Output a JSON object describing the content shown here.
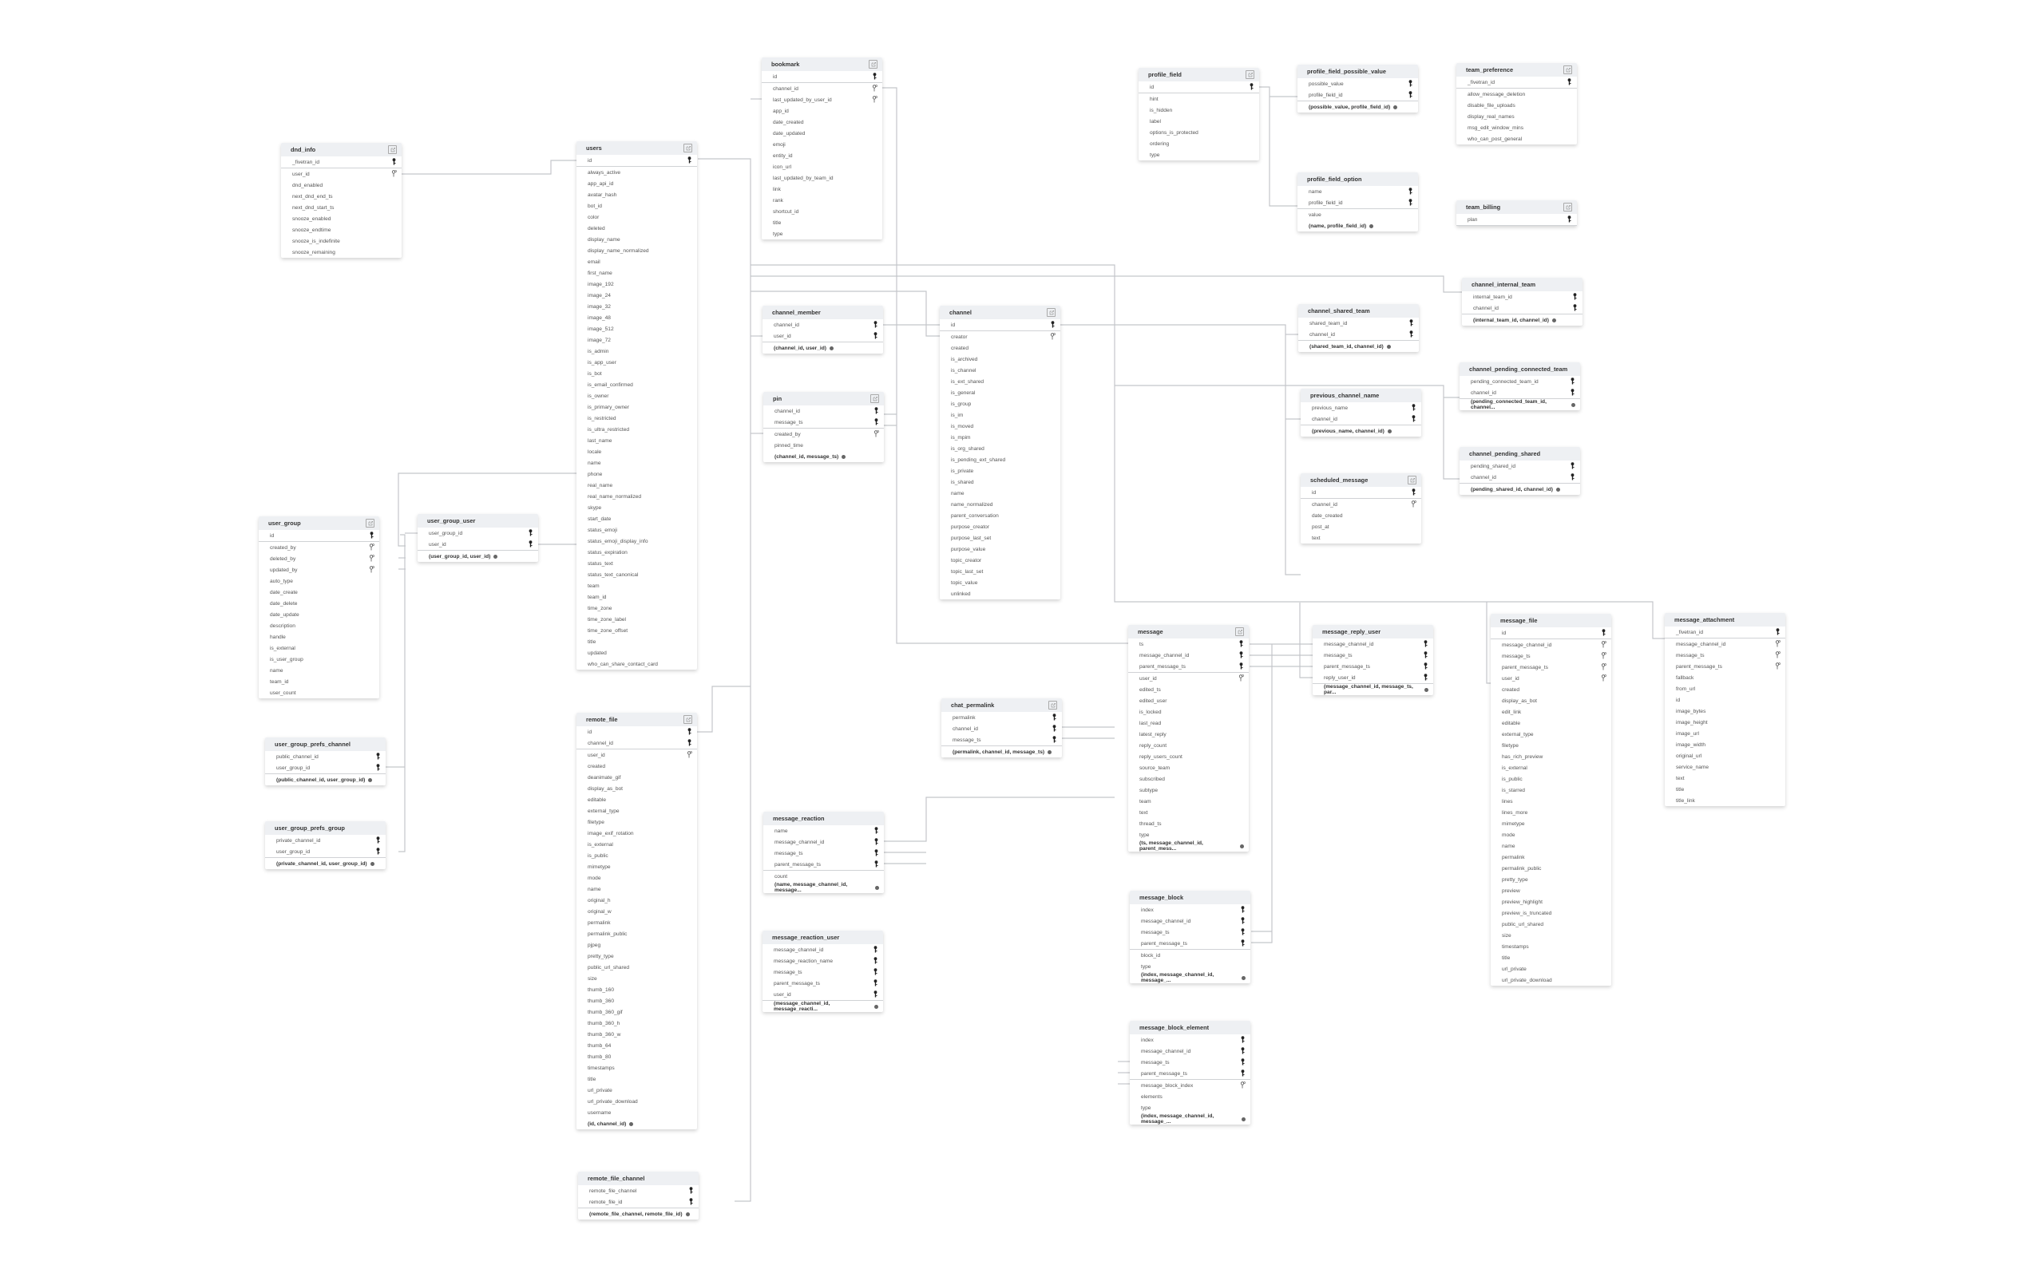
{
  "tables": [
    {
      "name": "dnd_info",
      "icon": "open-icon",
      "pk": [
        "_fivetran_id"
      ],
      "columns": [
        {
          "name": "user_id",
          "fk": true
        },
        {
          "name": "dnd_enabled"
        },
        {
          "name": "next_dnd_end_ts"
        },
        {
          "name": "next_dnd_start_ts"
        },
        {
          "name": "snooze_enabled"
        },
        {
          "name": "snooze_endtime"
        },
        {
          "name": "snooze_is_indefinite"
        },
        {
          "name": "snooze_remaining"
        }
      ]
    },
    {
      "name": "users",
      "icon": "open-icon",
      "pk": [
        "id"
      ],
      "columns": [
        {
          "name": "always_active"
        },
        {
          "name": "app_api_id"
        },
        {
          "name": "avatar_hash"
        },
        {
          "name": "bot_id"
        },
        {
          "name": "color"
        },
        {
          "name": "deleted"
        },
        {
          "name": "display_name"
        },
        {
          "name": "display_name_normalized"
        },
        {
          "name": "email"
        },
        {
          "name": "first_name"
        },
        {
          "name": "image_192"
        },
        {
          "name": "image_24"
        },
        {
          "name": "image_32"
        },
        {
          "name": "image_48"
        },
        {
          "name": "image_512"
        },
        {
          "name": "image_72"
        },
        {
          "name": "is_admin"
        },
        {
          "name": "is_app_user"
        },
        {
          "name": "is_bot"
        },
        {
          "name": "is_email_confirmed"
        },
        {
          "name": "is_owner"
        },
        {
          "name": "is_primary_owner"
        },
        {
          "name": "is_restricted"
        },
        {
          "name": "is_ultra_restricted"
        },
        {
          "name": "last_name"
        },
        {
          "name": "locale"
        },
        {
          "name": "name"
        },
        {
          "name": "phone"
        },
        {
          "name": "real_name"
        },
        {
          "name": "real_name_normalized"
        },
        {
          "name": "skype"
        },
        {
          "name": "start_date"
        },
        {
          "name": "status_emoji"
        },
        {
          "name": "status_emoji_display_info"
        },
        {
          "name": "status_expiration"
        },
        {
          "name": "status_text"
        },
        {
          "name": "status_text_canonical"
        },
        {
          "name": "team"
        },
        {
          "name": "team_id"
        },
        {
          "name": "time_zone"
        },
        {
          "name": "time_zone_label"
        },
        {
          "name": "time_zone_offset"
        },
        {
          "name": "title"
        },
        {
          "name": "updated"
        },
        {
          "name": "who_can_share_contact_card"
        }
      ]
    },
    {
      "name": "bookmark",
      "icon": "open-icon",
      "pk": [
        "id"
      ],
      "columns": [
        {
          "name": "channel_id",
          "fk": true
        },
        {
          "name": "last_updated_by_user_id",
          "fk": true
        },
        {
          "name": "app_id"
        },
        {
          "name": "date_created"
        },
        {
          "name": "date_updated"
        },
        {
          "name": "emoji"
        },
        {
          "name": "entity_id"
        },
        {
          "name": "icon_url"
        },
        {
          "name": "last_updated_by_team_id"
        },
        {
          "name": "link"
        },
        {
          "name": "rank"
        },
        {
          "name": "shortcut_id"
        },
        {
          "name": "title"
        },
        {
          "name": "type"
        }
      ]
    },
    {
      "name": "channel_member",
      "pk": [
        "channel_id",
        "user_id"
      ],
      "columns": [],
      "composite": "(channel_id, user_id)"
    },
    {
      "name": "pin",
      "icon": "open-icon",
      "pk": [
        "channel_id",
        "message_ts"
      ],
      "columns": [
        {
          "name": "created_by",
          "fk": true
        },
        {
          "name": "pinned_time"
        }
      ],
      "composite": "(channel_id, message_ts)"
    },
    {
      "name": "channel",
      "icon": "open-icon",
      "pk": [
        "id"
      ],
      "columns": [
        {
          "name": "creator",
          "fk": true
        },
        {
          "name": "created"
        },
        {
          "name": "is_archived"
        },
        {
          "name": "is_channel"
        },
        {
          "name": "is_ext_shared"
        },
        {
          "name": "is_general"
        },
        {
          "name": "is_group"
        },
        {
          "name": "is_im"
        },
        {
          "name": "is_moved"
        },
        {
          "name": "is_mpim"
        },
        {
          "name": "is_org_shared"
        },
        {
          "name": "is_pending_ext_shared"
        },
        {
          "name": "is_private"
        },
        {
          "name": "is_shared"
        },
        {
          "name": "name"
        },
        {
          "name": "name_normalized"
        },
        {
          "name": "parent_conversation"
        },
        {
          "name": "purpose_creator"
        },
        {
          "name": "purpose_last_set"
        },
        {
          "name": "purpose_value"
        },
        {
          "name": "topic_creator"
        },
        {
          "name": "topic_last_set"
        },
        {
          "name": "topic_value"
        },
        {
          "name": "unlinked"
        }
      ]
    },
    {
      "name": "profile_field",
      "icon": "open-icon",
      "pk": [
        "id"
      ],
      "columns": [
        {
          "name": "hint"
        },
        {
          "name": "is_hidden"
        },
        {
          "name": "label"
        },
        {
          "name": "options_is_protected"
        },
        {
          "name": "ordering"
        },
        {
          "name": "type"
        }
      ]
    },
    {
      "name": "profile_field_possible_value",
      "pk": [
        "possible_value",
        "profile_field_id"
      ],
      "columns": [],
      "composite": "(possible_value, profile_field_id)"
    },
    {
      "name": "profile_field_option",
      "pk": [
        "name",
        "profile_field_id"
      ],
      "columns": [
        {
          "name": "value"
        }
      ],
      "composite": "(name, profile_field_id)"
    },
    {
      "name": "team_preference",
      "icon": "open-icon",
      "pk": [
        "_fivetran_id"
      ],
      "columns": [
        {
          "name": "allow_message_deletion"
        },
        {
          "name": "disable_file_uploads"
        },
        {
          "name": "display_real_names"
        },
        {
          "name": "msg_edit_window_mins"
        },
        {
          "name": "who_can_post_general"
        }
      ]
    },
    {
      "name": "team_billing",
      "icon": "open-icon",
      "pk": [
        "plan"
      ],
      "columns": []
    },
    {
      "name": "channel_internal_team",
      "pk": [
        "internal_team_id",
        "channel_id"
      ],
      "columns": [],
      "composite": "(internal_team_id, channel_id)"
    },
    {
      "name": "channel_shared_team",
      "pk": [
        "shared_team_id",
        "channel_id"
      ],
      "columns": [],
      "composite": "(shared_team_id, channel_id)"
    },
    {
      "name": "channel_pending_connected_team",
      "pk": [
        "pending_connected_team_id",
        "channel_id"
      ],
      "columns": [],
      "composite": "(pending_connected_team_id, channel..."
    },
    {
      "name": "previous_channel_name",
      "pk": [
        "previous_name",
        "channel_id"
      ],
      "columns": [],
      "composite": "(previous_name, channel_id)"
    },
    {
      "name": "channel_pending_shared",
      "pk": [
        "pending_shared_id",
        "channel_id"
      ],
      "columns": [],
      "composite": "(pending_shared_id, channel_id)"
    },
    {
      "name": "scheduled_message",
      "icon": "open-icon",
      "pk": [
        "id"
      ],
      "columns": [
        {
          "name": "channel_id",
          "fk": true
        },
        {
          "name": "date_created"
        },
        {
          "name": "post_at"
        },
        {
          "name": "text"
        }
      ]
    },
    {
      "name": "user_group",
      "icon": "open-icon",
      "pk": [
        "id"
      ],
      "columns": [
        {
          "name": "created_by",
          "fk": true
        },
        {
          "name": "deleted_by",
          "fk": true
        },
        {
          "name": "updated_by",
          "fk": true
        },
        {
          "name": "auto_type"
        },
        {
          "name": "date_create"
        },
        {
          "name": "date_delete"
        },
        {
          "name": "date_update"
        },
        {
          "name": "description"
        },
        {
          "name": "handle"
        },
        {
          "name": "is_external"
        },
        {
          "name": "is_user_group"
        },
        {
          "name": "name"
        },
        {
          "name": "team_id"
        },
        {
          "name": "user_count"
        }
      ]
    },
    {
      "name": "user_group_user",
      "pk": [
        "user_group_id",
        "user_id"
      ],
      "columns": [],
      "composite": "(user_group_id, user_id)"
    },
    {
      "name": "user_group_prefs_channel",
      "pk": [
        "public_channel_id",
        "user_group_id"
      ],
      "columns": [],
      "composite": "(public_channel_id, user_group_id)"
    },
    {
      "name": "user_group_prefs_group",
      "pk": [
        "private_channel_id",
        "user_group_id"
      ],
      "columns": [],
      "composite": "(private_channel_id, user_group_id)"
    },
    {
      "name": "remote_file",
      "icon": "open-icon",
      "pk": [
        "id",
        "channel_id"
      ],
      "columns": [
        {
          "name": "user_id",
          "fk": true
        },
        {
          "name": "created"
        },
        {
          "name": "deanimate_gif"
        },
        {
          "name": "display_as_bot"
        },
        {
          "name": "editable"
        },
        {
          "name": "external_type"
        },
        {
          "name": "filetype"
        },
        {
          "name": "image_exif_rotation"
        },
        {
          "name": "is_external"
        },
        {
          "name": "is_public"
        },
        {
          "name": "mimetype"
        },
        {
          "name": "mode"
        },
        {
          "name": "name"
        },
        {
          "name": "original_h"
        },
        {
          "name": "original_w"
        },
        {
          "name": "permalink"
        },
        {
          "name": "permalink_public"
        },
        {
          "name": "pjpeg"
        },
        {
          "name": "pretty_type"
        },
        {
          "name": "public_url_shared"
        },
        {
          "name": "size"
        },
        {
          "name": "thumb_160"
        },
        {
          "name": "thumb_360"
        },
        {
          "name": "thumb_360_gif"
        },
        {
          "name": "thumb_360_h"
        },
        {
          "name": "thumb_360_w"
        },
        {
          "name": "thumb_64"
        },
        {
          "name": "thumb_80"
        },
        {
          "name": "timestamps"
        },
        {
          "name": "title"
        },
        {
          "name": "url_private"
        },
        {
          "name": "url_private_download"
        },
        {
          "name": "username"
        }
      ],
      "composite": "(id, channel_id)"
    },
    {
      "name": "remote_file_channel",
      "pk": [
        "remote_file_channel",
        "remote_file_id"
      ],
      "columns": [],
      "composite": "(remote_file_channel, remote_file_id)"
    },
    {
      "name": "chat_permalink",
      "icon": "open-icon",
      "pk": [
        "permalink",
        "channel_id",
        "message_ts"
      ],
      "columns": [],
      "composite": "(permalink, channel_id, message_ts)"
    },
    {
      "name": "message_reaction",
      "pk": [
        "name",
        "message_channel_id",
        "message_ts",
        "parent_message_ts"
      ],
      "columns": [
        {
          "name": "count"
        }
      ],
      "composite": "(name, message_channel_id, message..."
    },
    {
      "name": "message_reaction_user",
      "pk": [
        "message_channel_id",
        "message_reaction_name",
        "message_ts",
        "parent_message_ts",
        "user_id"
      ],
      "columns": [],
      "composite": "(message_channel_id, message_reacti..."
    },
    {
      "name": "message",
      "icon": "open-icon",
      "pk": [
        "ts",
        "message_channel_id",
        "parent_message_ts"
      ],
      "columns": [
        {
          "name": "user_id",
          "fk": true
        },
        {
          "name": "edited_ts"
        },
        {
          "name": "edited_user"
        },
        {
          "name": "is_locked"
        },
        {
          "name": "last_read"
        },
        {
          "name": "latest_reply"
        },
        {
          "name": "reply_count"
        },
        {
          "name": "reply_users_count"
        },
        {
          "name": "source_team"
        },
        {
          "name": "subscribed"
        },
        {
          "name": "subtype"
        },
        {
          "name": "team"
        },
        {
          "name": "text"
        },
        {
          "name": "thread_ts"
        },
        {
          "name": "type"
        }
      ],
      "composite": "(ts, message_channel_id, parent_mess..."
    },
    {
      "name": "message_reply_user",
      "pk": [
        "message_channel_id",
        "message_ts",
        "parent_message_ts",
        "reply_user_id"
      ],
      "columns": [],
      "composite": "(message_channel_id, message_ts, par..."
    },
    {
      "name": "message_block",
      "pk": [
        "index",
        "message_channel_id",
        "message_ts",
        "parent_message_ts"
      ],
      "columns": [
        {
          "name": "block_id"
        },
        {
          "name": "type"
        }
      ],
      "composite": "(index, message_channel_id, message_..."
    },
    {
      "name": "message_block_element",
      "pk": [
        "index",
        "message_channel_id",
        "message_ts",
        "parent_message_ts"
      ],
      "columns": [
        {
          "name": "message_block_index",
          "fk": true
        },
        {
          "name": "elements"
        },
        {
          "name": "type"
        }
      ],
      "composite": "(index, message_channel_id, message_..."
    },
    {
      "name": "message_file",
      "pk": [
        "id"
      ],
      "columns": [
        {
          "name": "message_channel_id",
          "fk": true
        },
        {
          "name": "message_ts",
          "fk": true
        },
        {
          "name": "parent_message_ts",
          "fk": true
        },
        {
          "name": "user_id",
          "fk": true
        },
        {
          "name": "created"
        },
        {
          "name": "display_as_bot"
        },
        {
          "name": "edit_link"
        },
        {
          "name": "editable"
        },
        {
          "name": "external_type"
        },
        {
          "name": "filetype"
        },
        {
          "name": "has_rich_preview"
        },
        {
          "name": "is_external"
        },
        {
          "name": "is_public"
        },
        {
          "name": "is_starred"
        },
        {
          "name": "lines"
        },
        {
          "name": "lines_more"
        },
        {
          "name": "mimetype"
        },
        {
          "name": "mode"
        },
        {
          "name": "name"
        },
        {
          "name": "permalink"
        },
        {
          "name": "permalink_public"
        },
        {
          "name": "pretty_type"
        },
        {
          "name": "preview"
        },
        {
          "name": "preview_highlight"
        },
        {
          "name": "preview_is_truncated"
        },
        {
          "name": "public_url_shared"
        },
        {
          "name": "size"
        },
        {
          "name": "timestamps"
        },
        {
          "name": "title"
        },
        {
          "name": "url_private"
        },
        {
          "name": "url_private_download"
        }
      ]
    },
    {
      "name": "message_attachment",
      "pk": [
        "_fivetran_id"
      ],
      "columns": [
        {
          "name": "message_channel_id",
          "fk": true
        },
        {
          "name": "message_ts",
          "fk": true
        },
        {
          "name": "parent_message_ts",
          "fk": true
        },
        {
          "name": "fallback"
        },
        {
          "name": "from_url"
        },
        {
          "name": "id"
        },
        {
          "name": "image_bytes"
        },
        {
          "name": "image_height"
        },
        {
          "name": "image_url"
        },
        {
          "name": "image_width"
        },
        {
          "name": "original_url"
        },
        {
          "name": "service_name"
        },
        {
          "name": "text"
        },
        {
          "name": "title"
        },
        {
          "name": "title_link"
        }
      ]
    }
  ]
}
